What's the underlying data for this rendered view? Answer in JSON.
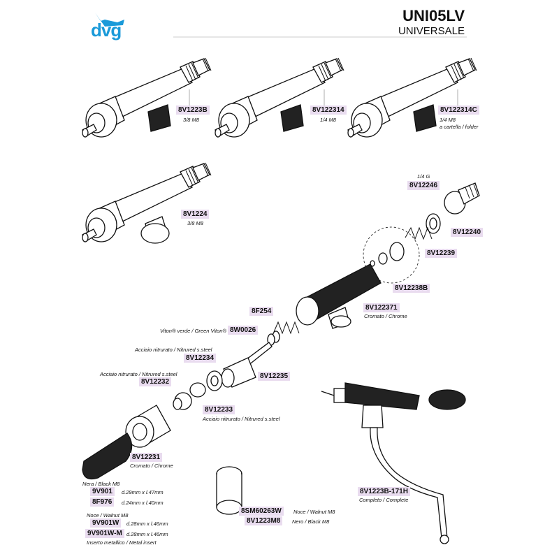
{
  "header": {
    "logo_text": "dvg",
    "title": "UNI05LV",
    "subtitle": "UNIVERSALE",
    "logo_color": "#1a9ad9"
  },
  "parts": [
    {
      "code": "8V1223B",
      "notes": [
        "3/8 M8"
      ]
    },
    {
      "code": "8V122314",
      "notes": [
        "1/4 M8"
      ]
    },
    {
      "code": "8V122314C",
      "notes": [
        "1/4 M8",
        "a cartella / folder"
      ]
    },
    {
      "code": "8V1224",
      "notes": [
        "3/8 M8"
      ]
    },
    {
      "code": "8V12246",
      "notes": [
        "1/4 G"
      ]
    },
    {
      "code": "8V12240",
      "notes": []
    },
    {
      "code": "8V12239",
      "notes": []
    },
    {
      "code": "8V12238B",
      "notes": []
    },
    {
      "code": "8V122371",
      "notes": [
        "Cromato / Chrome"
      ]
    },
    {
      "code": "8F254",
      "notes": []
    },
    {
      "code": "8W0026",
      "notes": [
        "Viton® verde / Green Viton®"
      ]
    },
    {
      "code": "8V12234",
      "notes": [
        "Acciaio nitrurato / Nitrured s.steel"
      ]
    },
    {
      "code": "8V12235",
      "notes": []
    },
    {
      "code": "8V12232",
      "notes": [
        "Acciaio nitrurato / Nitrured s.steel"
      ]
    },
    {
      "code": "8V12233",
      "notes": [
        "Acciaio nitrurato / Nitrured s.steel"
      ]
    },
    {
      "code": "8V12231",
      "notes": [
        "Cromato / Chrome"
      ]
    },
    {
      "code": "8V1223B-171H",
      "notes": [
        "Completo / Complete"
      ]
    },
    {
      "code": "8SM60263W",
      "notes": [
        "Noce / Walnut M8"
      ]
    },
    {
      "code": "8V1223M8",
      "notes": [
        "Nero / Black M8"
      ]
    }
  ],
  "knobs": {
    "group1_label": "Nera / Black M8",
    "group2_label": "Noce / Walnut M8",
    "items": [
      {
        "code": "9V901",
        "dims": "d.29mm x l.47mm"
      },
      {
        "code": "8F976",
        "dims": "d.24mm x l.40mm"
      },
      {
        "code": "9V901W",
        "dims": "d.28mm x l.46mm"
      },
      {
        "code": "9V901W-M",
        "dims": "d.28mm x l.46mm"
      }
    ],
    "insert_note": "Inserto metallico / Metal insert"
  }
}
